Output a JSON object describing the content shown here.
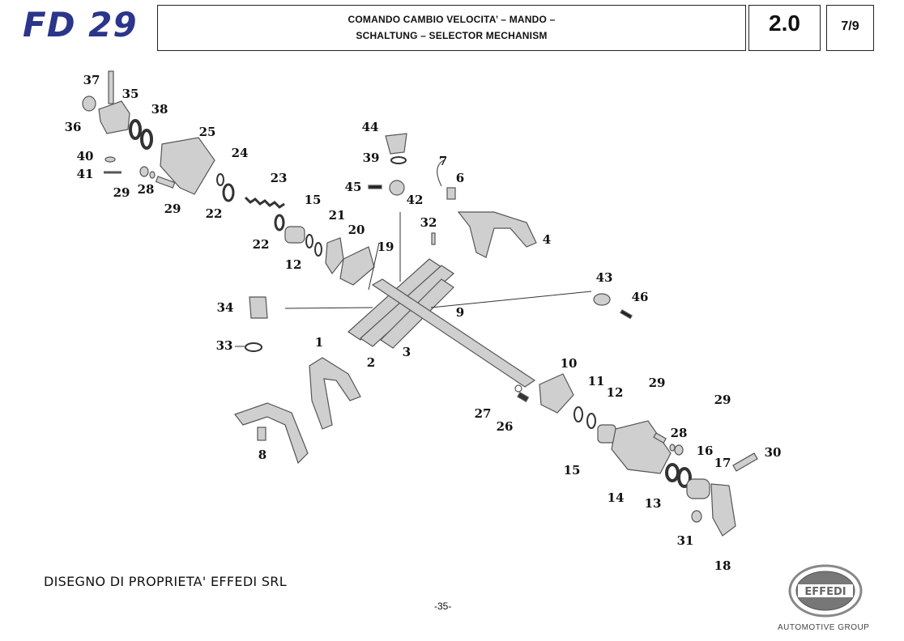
{
  "header": {
    "model": "FD 29",
    "title_line1": "COMANDO CAMBIO VELOCITA’ – MANDO –",
    "title_line2": "SCHALTUNG – SELECTOR MECHANISM",
    "section": "2.0",
    "page_fraction": "7/9"
  },
  "diagram": {
    "part_labels": [
      "37",
      "35",
      "38",
      "36",
      "25",
      "40",
      "24",
      "41",
      "29",
      "28",
      "29",
      "22",
      "23",
      "15",
      "22",
      "21",
      "20",
      "12",
      "19",
      "44",
      "39",
      "45",
      "42",
      "7",
      "6",
      "32",
      "4",
      "43",
      "34",
      "46",
      "9",
      "33",
      "1",
      "2",
      "3",
      "10",
      "11",
      "12",
      "29",
      "29",
      "27",
      "26",
      "8",
      "28",
      "16",
      "30",
      "17",
      "15",
      "14",
      "13",
      "31",
      "18"
    ]
  },
  "footer": {
    "owner": "DISEGNO DI PROPRIETA' EFFEDI SRL",
    "page_number": "-35-",
    "logo_text": "EFFEDI",
    "group": "AUTOMOTIVE GROUP"
  }
}
